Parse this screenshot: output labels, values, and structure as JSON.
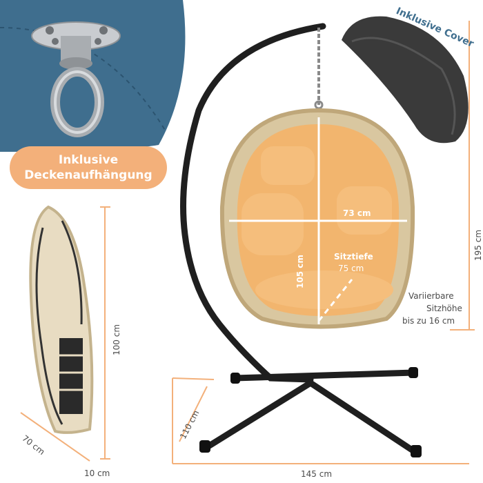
{
  "badges": {
    "ceiling_hanger_line1": "Inklusive",
    "ceiling_hanger_line2": "Deckenaufhängung",
    "cover": "Inklusive Cover"
  },
  "dimensions": {
    "width_seat": "73 cm",
    "height_seat": "105 cm",
    "seat_depth_label": "Sitztiefe",
    "seat_depth_value": "75 cm",
    "total_height": "195 cm",
    "adjustable_line1": "Variierbare",
    "adjustable_line2": "Sitzhöhe",
    "adjustable_line3": "bis zu 16 cm",
    "folded_height": "100 cm",
    "folded_width": "70 cm",
    "folded_depth": "10 cm",
    "base_depth": "110 cm",
    "base_width": "145 cm"
  },
  "colors": {
    "accent": "#f3b07a",
    "panel_blue": "#3f6e8e",
    "cushion": "#f2b56e",
    "frame": "#1f1f1f"
  }
}
